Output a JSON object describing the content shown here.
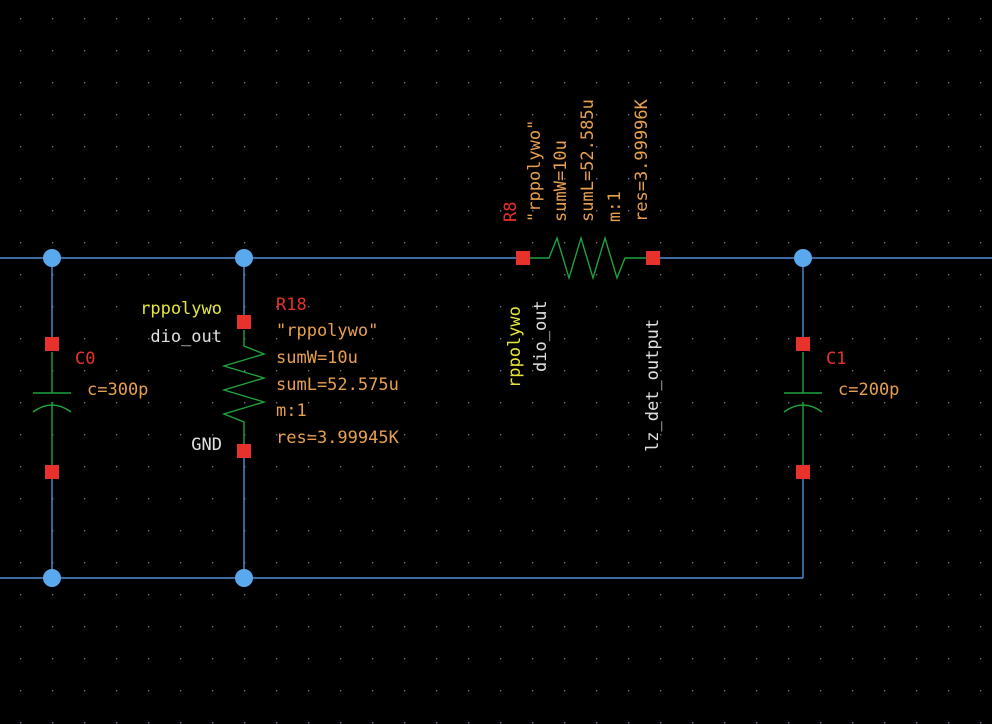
{
  "colors": {
    "background": "#000000",
    "grid_dot": "#6f6f9a",
    "wire": "#4f8fd8",
    "junction": "#5aa9ee",
    "pin": "#e8312a",
    "component": "#1fa23a",
    "inst_name": "#e8312a",
    "param": "#e8a050",
    "pin_label_model": "#e6e63a",
    "pin_label_net": "#e0e0e0"
  },
  "components": {
    "c0": {
      "name": "C0",
      "value": "c=300p"
    },
    "c1": {
      "name": "C1",
      "value": "c=200p"
    },
    "r18": {
      "name": "R18",
      "model": "\"rppolywo\"",
      "sumW": "sumW=10u",
      "sumL": "sumL=52.575u",
      "m": "m:1",
      "res": "res=3.99945K",
      "top_label_model": "rppolywo",
      "top_label_net": "dio_out",
      "bottom_label": "GND"
    },
    "r8": {
      "name": "R8",
      "model": "\"rppolywo\"",
      "sumW": "sumW=10u",
      "sumL": "sumL=52.585u",
      "m": "m:1",
      "res": "res=3.99996K",
      "left_label_model": "rppolywo",
      "left_label_net": "dio_out",
      "right_label": "lz_det_output"
    }
  }
}
